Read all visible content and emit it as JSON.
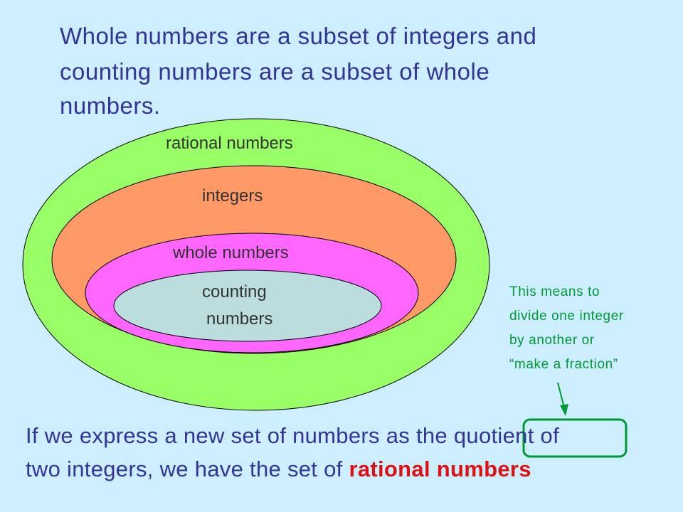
{
  "slide": {
    "heading_lines": [
      "Whole numbers are a subset of integers and",
      "counting numbers are a subset of whole",
      "numbers."
    ],
    "sets": [
      {
        "label": "rational numbers",
        "fill": "#99ff66"
      },
      {
        "label": "integers",
        "fill": "#ff9966"
      },
      {
        "label": "whole numbers",
        "fill": "#ff66ff"
      },
      {
        "label_lines": [
          "counting",
          "numbers"
        ],
        "fill": "#bbdddd"
      }
    ],
    "note_lines": [
      "This means to",
      "divide one integer",
      "by another or",
      "“make a fraction”"
    ],
    "bottom": {
      "line1_before": "If we express a new set of numbers as the ",
      "line1_keyword": "quotient",
      "line1_after": " of",
      "line2_before": "two integers, we have the set of ",
      "line2_highlight": "rational numbers"
    },
    "colors": {
      "background": "#cceeff",
      "heading_text": "#333399",
      "note_text": "#009933",
      "highlight_text": "#dd1111",
      "quotient_box": "#009933"
    }
  }
}
